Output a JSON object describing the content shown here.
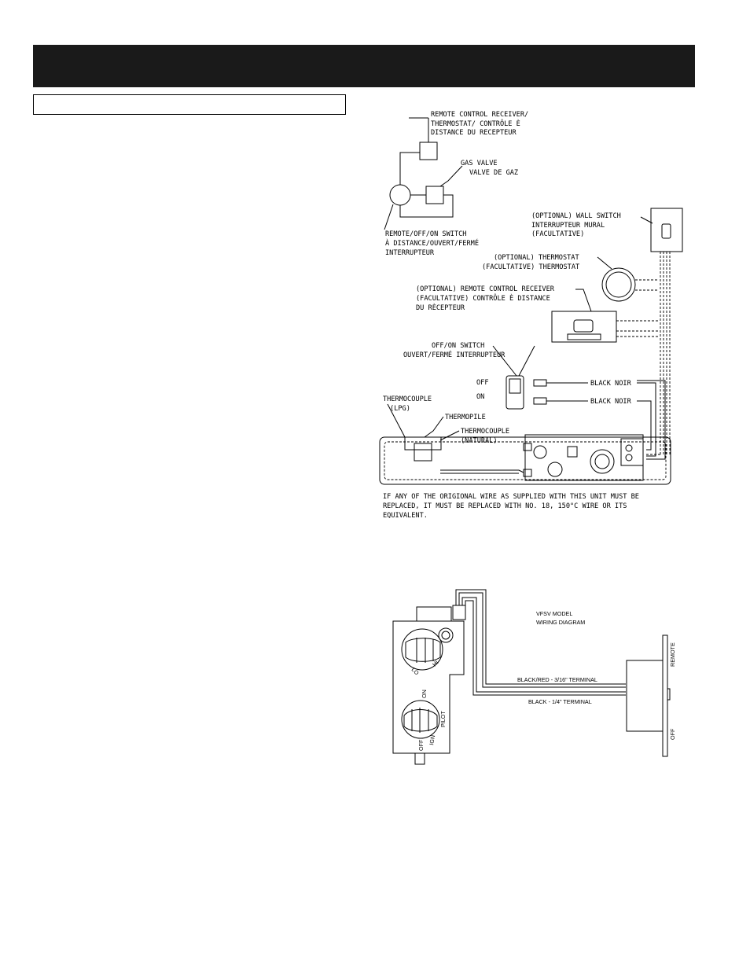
{
  "header": {
    "title": ""
  },
  "section": {
    "title": ""
  },
  "diagram1": {
    "remote_receiver": [
      "REMOTE CONTROL RECEIVER/",
      "THERMOSTAT/ CONTRÔLE È",
      "DISTANCE DU RECEPTEUR"
    ],
    "gas_valve": [
      "GAS VALVE",
      "VALVE DE GAZ"
    ],
    "remote_switch": [
      "REMOTE/OFF/ON SWITCH",
      "À DISTANCE/OUVERT/FERMÉ",
      "INTERRUPTEUR"
    ],
    "wall_switch": [
      "(OPTIONAL) WALL SWITCH",
      "INTERRUPTEUR MURAL",
      "(FACULTATIVE)"
    ],
    "thermostat": [
      "(OPTIONAL) THERMOSTAT",
      "(FACULTATIVE) THERMOSTAT"
    ],
    "remote_receiver_opt": [
      "(OPTIONAL) REMOTE CONTROL RECEIVER",
      "(FACULTATIVE) CONTRÔLE È DISTANCE",
      "DU RÈCEPTEUR"
    ],
    "offon_switch": [
      "OFF/ON SWITCH",
      "OUVERT/FERMÉ INTERRUPTEUR"
    ],
    "off_label": "OFF",
    "on_label": "ON",
    "wire1": "BLACK NOIR",
    "wire2": "BLACK NOIR",
    "thermocouple_lpg": [
      "THERMOCOUPLE",
      "(LPG)"
    ],
    "thermopile": "THERMOPILE",
    "thermocouple_nat": [
      "THERMOCOUPLE",
      "(NATURAL)"
    ],
    "note": [
      "IF ANY OF THE ORIGIONAL WIRE AS SUPPLIED WITH THIS UNIT MUST BE",
      "REPLACED, IT MUST BE REPLACED WITH NO. 18, 150°C WIRE OR ITS",
      "EQUIVALENT."
    ]
  },
  "diagram2": {
    "title": [
      "VFSV MODEL",
      "WIRING DIAGRAM"
    ],
    "wire1": "BLACK/RED - 3/16\" TERMINAL",
    "wire2": "BLACK - 1/4\" TERMINAL",
    "switch_remote": "REMOTE",
    "switch_off": "OFF",
    "knob1_labels": [
      "LO",
      "HI",
      "ON"
    ],
    "knob2_labels": [
      "ON",
      "PILOT",
      "OFF",
      "IGN"
    ]
  }
}
